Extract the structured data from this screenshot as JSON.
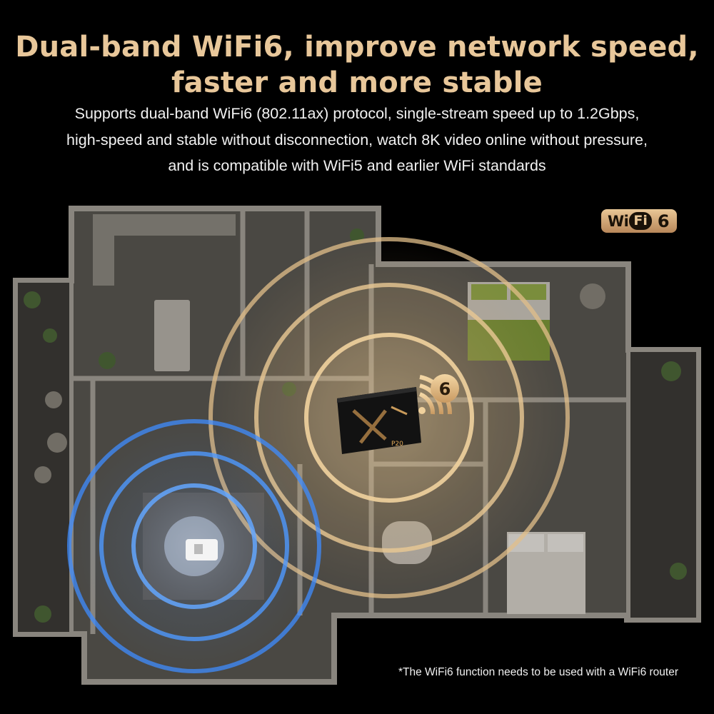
{
  "headline": {
    "line1": "Dual-band WiFi6, improve network speed,",
    "line2": "faster and more stable"
  },
  "subtitle": {
    "line1": "Supports dual-band WiFi6 (802.11ax) protocol, single-stream speed up to 1.2Gbps,",
    "line2": "high-speed and stable without disconnection, watch 8K video online without pressure,",
    "line3": "and is compatible with WiFi5 and earlier WiFi standards"
  },
  "badge": {
    "wi": "Wi",
    "fi": "Fi",
    "six": "6"
  },
  "router_icon_number": "6",
  "box_label": "P20",
  "footnote": "*The WiFi6 function needs to be used with a WiFi6 router",
  "colors": {
    "gold": "#e8c79a",
    "wave_gold": "#d8b27a",
    "wave_blue": "#3f8cff",
    "floor": "#77726b",
    "background": "#000000"
  },
  "icons": [
    "wifi6-logo-icon",
    "wifi6-signal-icon"
  ]
}
